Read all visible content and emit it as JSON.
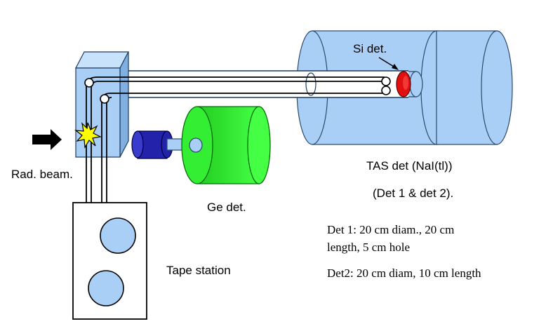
{
  "labels": {
    "si_det": "Si  det.",
    "rad_beam": "Rad. beam.",
    "ge_det": "Ge det.",
    "tape_station": "Tape station",
    "tas_det": "TAS  det (NaI(tl))",
    "tas_dets": "(Det 1 & det 2)."
  },
  "specs": {
    "det1_line1": "Det 1: 20 cm diam., 20 cm",
    "det1_line2": "length, 5 cm hole",
    "det2": "Det2: 20 cm diam, 10 cm length"
  },
  "colors": {
    "tas_detector": "#a9cff6",
    "chamber": "#a9cff6",
    "si_detector": "#e01010",
    "ge_crystal": "#33ee33",
    "ge_cold_finger": "#a9cff6",
    "ge_dewar": "#2222aa",
    "beam_arrow": "#000000",
    "collision_star": "#ffff00",
    "tape_reel": "#a9cff6"
  },
  "icons": {
    "beam_arrow": "right-arrow",
    "collision": "explosion-star"
  }
}
